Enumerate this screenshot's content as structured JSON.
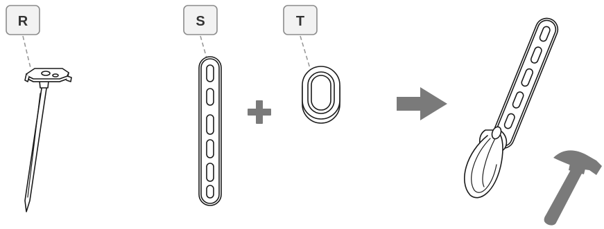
{
  "labels": {
    "r": "R",
    "s": "S",
    "t": "T"
  },
  "icons": {
    "plus": "plus-icon",
    "arrow": "arrow-right-icon",
    "hammer": "hammer-icon"
  },
  "colors": {
    "label_background": "#f2f2f2",
    "label_border": "#8c8c8c",
    "symbol_grey": "#7a7a7a",
    "line_art": "#1a1a1a"
  }
}
